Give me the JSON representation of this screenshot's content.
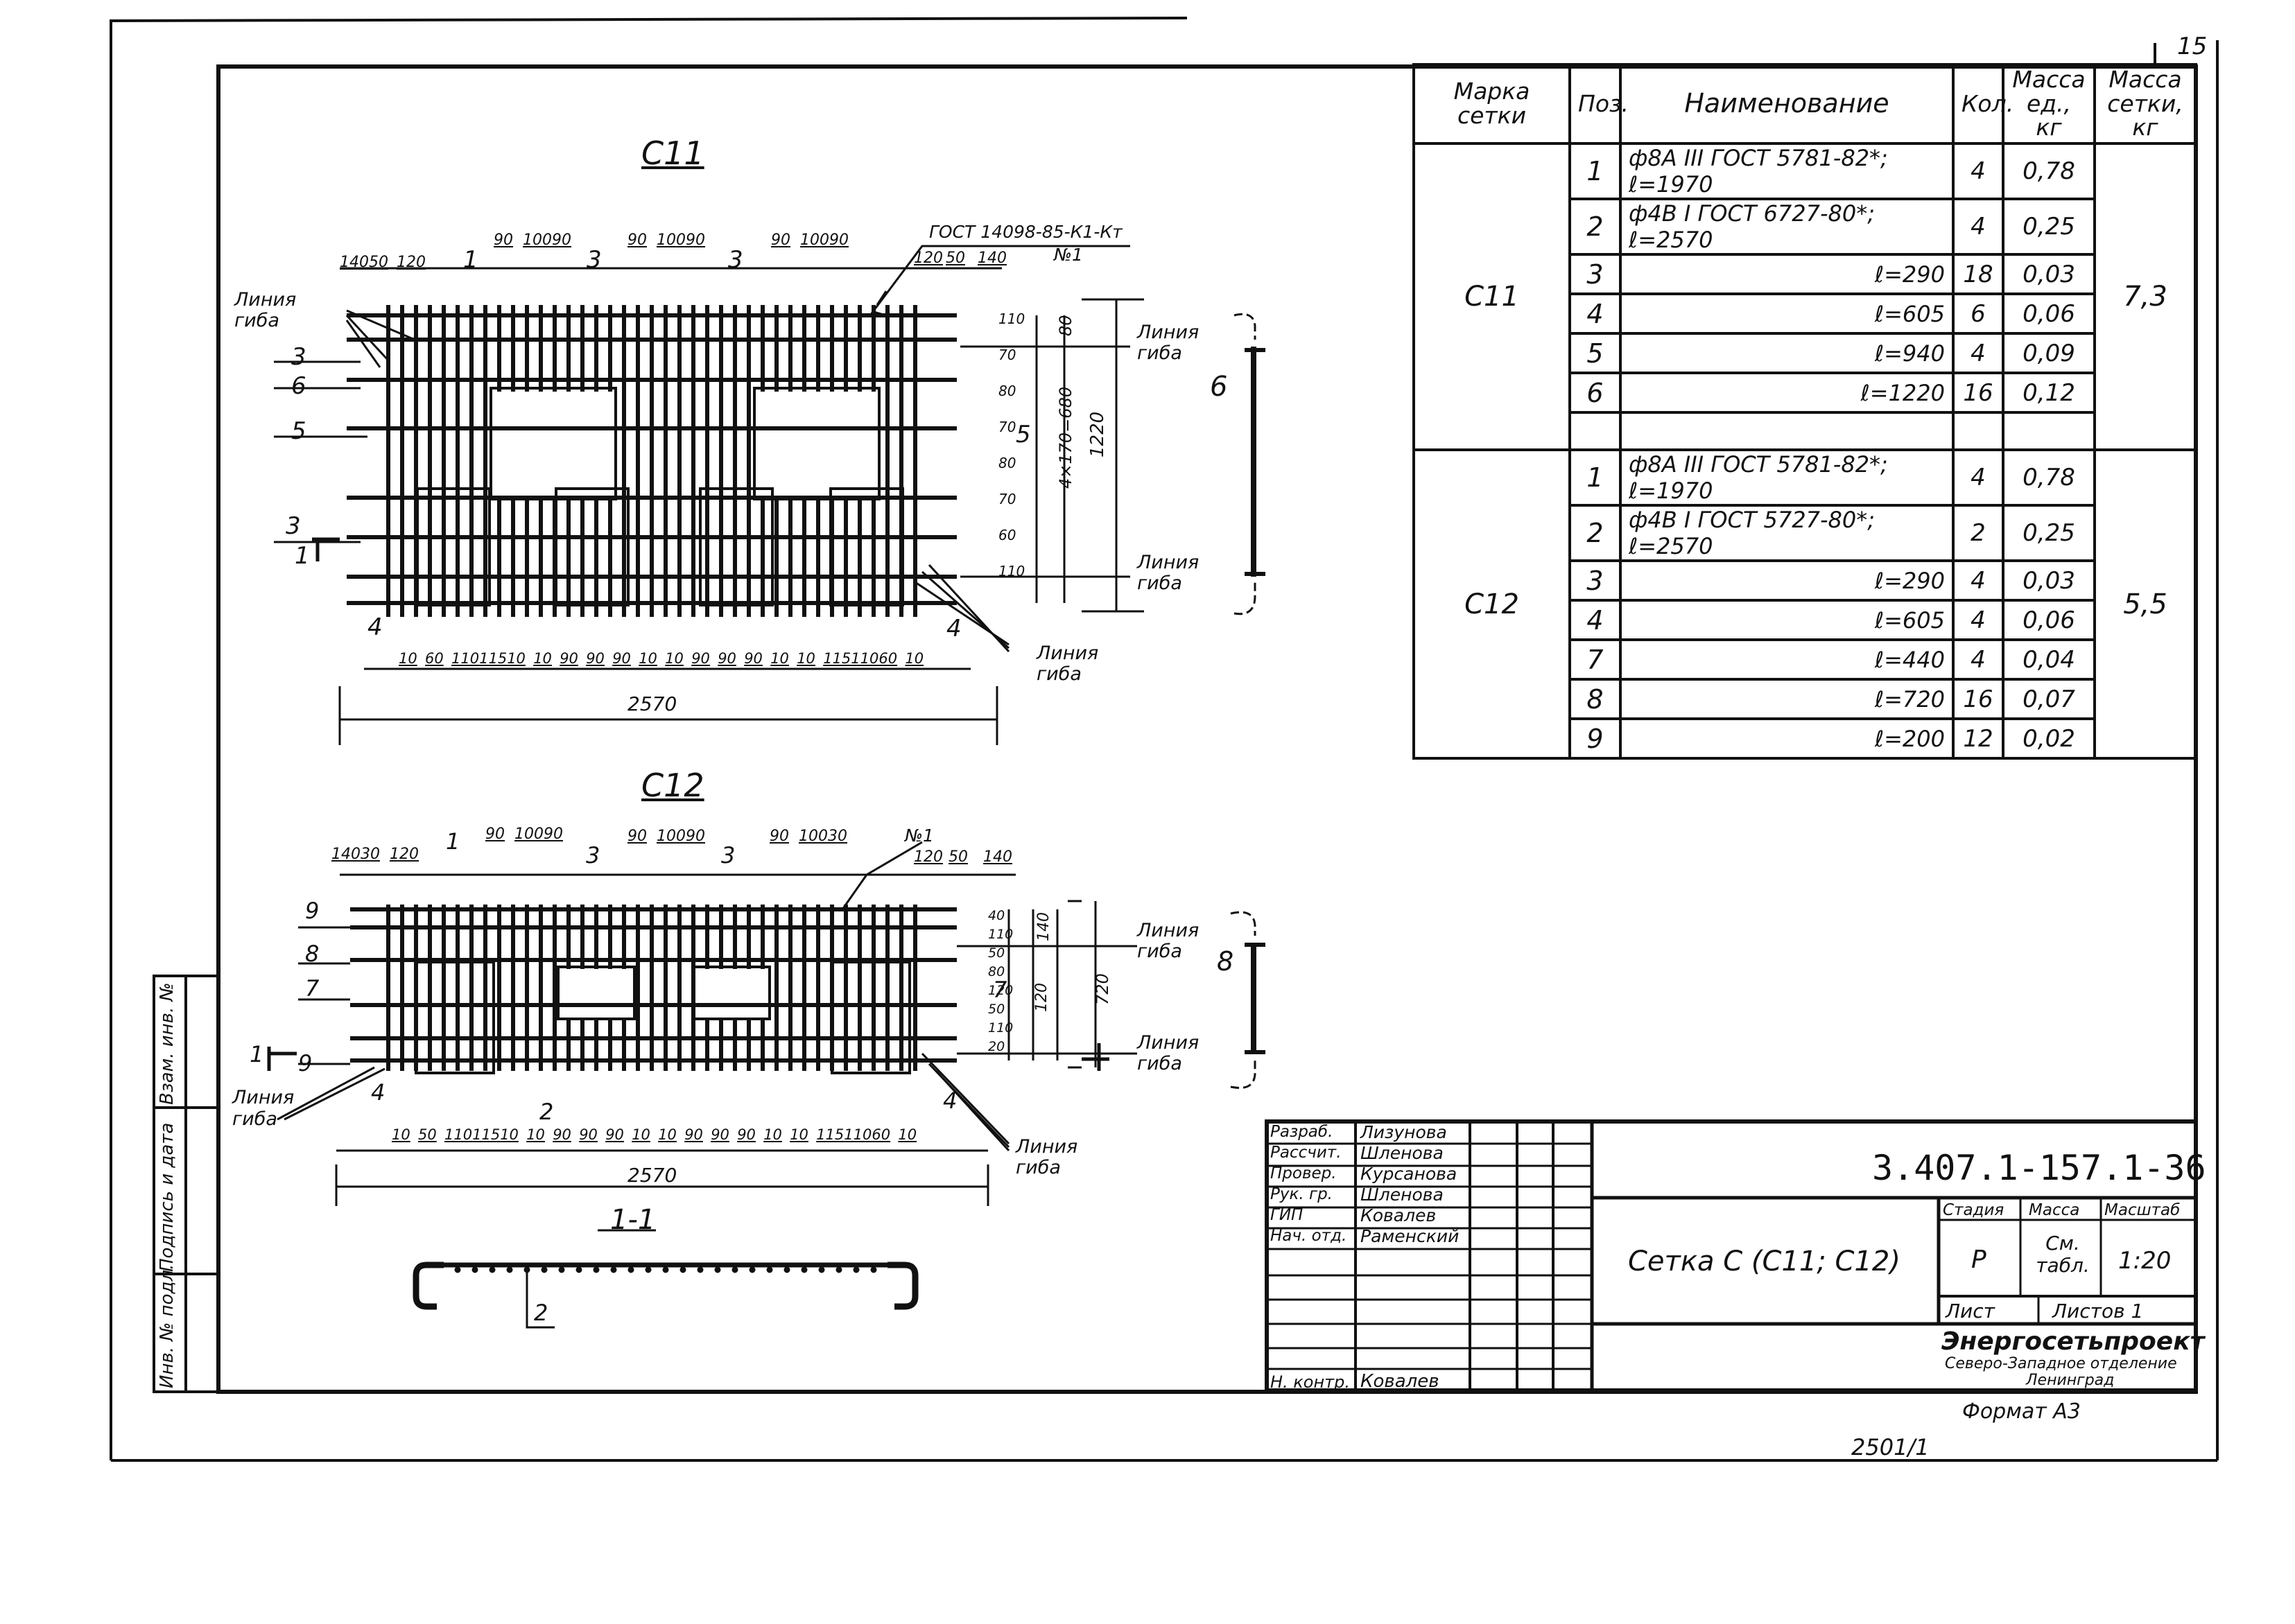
{
  "page": {
    "sheet_number": "15"
  },
  "drawing_c11": {
    "title": "С11",
    "bend_line_label": "Линия гиба",
    "standard_note": "ГОСТ 14098-85-К1-Кт",
    "note_n1": "№1",
    "top_dims_left": [
      "140",
      "50",
      "120"
    ],
    "top_dims_right": [
      "120",
      "50",
      "140"
    ],
    "top_group_dims": [
      "90",
      "100",
      "90"
    ],
    "right_dims": [
      "110",
      "70",
      "80",
      "70",
      "80",
      "70",
      "60",
      "110"
    ],
    "dim_4x170": "4×170=680",
    "dim_1220": "1220",
    "dim_80": "80",
    "bottom_dims": [
      "10",
      "60",
      "110",
      "115",
      "10",
      "10",
      "90",
      "90",
      "90",
      "10",
      "10",
      "90",
      "90",
      "90",
      "10",
      "10",
      "115",
      "110",
      "60",
      "10"
    ],
    "overall_length": "2570",
    "pos_labels": [
      "1",
      "3",
      "3",
      "3",
      "6",
      "5",
      "5",
      "3",
      "4",
      "4",
      "6",
      "1"
    ]
  },
  "drawing_c12": {
    "title": "С12",
    "bend_line_label": "Линия гиба",
    "note_n1": "№1",
    "top_dims_left": [
      "140",
      "30",
      "120"
    ],
    "top_dims_right": [
      "120",
      "50",
      "140"
    ],
    "top_group_dims": [
      "90",
      "100",
      "90"
    ],
    "top_group_dims_last": [
      "90",
      "100",
      "30"
    ],
    "right_dims": [
      "40",
      "110",
      "50",
      "80",
      "120",
      "50",
      "110",
      "20"
    ],
    "dim_140": "140",
    "dim_120": "120",
    "dim_720": "720",
    "bottom_dims": [
      "10",
      "50",
      "110",
      "115",
      "10",
      "10",
      "90",
      "90",
      "90",
      "10",
      "10",
      "90",
      "90",
      "90",
      "10",
      "10",
      "115",
      "110",
      "60",
      "10"
    ],
    "overall_length": "2570",
    "pos_labels": [
      "1",
      "3",
      "3",
      "9",
      "8",
      "7",
      "7",
      "9",
      "4",
      "2",
      "4",
      "8",
      "1"
    ]
  },
  "section": {
    "title": "1-1",
    "pos_label": "2"
  },
  "spec_table": {
    "headers": [
      "Марка сетки",
      "Поз.",
      "Наименование",
      "Кол.",
      "Масса ед., кг",
      "Масса сетки, кг"
    ],
    "groups": [
      {
        "mark": "С11",
        "total_mass": "7,3",
        "rows": [
          {
            "pos": "1",
            "name": "ф8А III ГОСТ 5781-82*; ℓ=1970",
            "qty": "4",
            "mass": "0,78"
          },
          {
            "pos": "2",
            "name": "ф4В I ГОСТ 6727-80*; ℓ=2570",
            "qty": "4",
            "mass": "0,25"
          },
          {
            "pos": "3",
            "name": "ℓ=290",
            "qty": "18",
            "mass": "0,03"
          },
          {
            "pos": "4",
            "name": "ℓ=605",
            "qty": "6",
            "mass": "0,06"
          },
          {
            "pos": "5",
            "name": "ℓ=940",
            "qty": "4",
            "mass": "0,09"
          },
          {
            "pos": "6",
            "name": "ℓ=1220",
            "qty": "16",
            "mass": "0,12"
          }
        ]
      },
      {
        "mark": "С12",
        "total_mass": "5,5",
        "rows": [
          {
            "pos": "1",
            "name": "ф8А III ГОСТ 5781-82*; ℓ=1970",
            "qty": "4",
            "mass": "0,78"
          },
          {
            "pos": "2",
            "name": "ф4В I ГОСТ 5727-80*; ℓ=2570",
            "qty": "2",
            "mass": "0,25"
          },
          {
            "pos": "3",
            "name": "ℓ=290",
            "qty": "4",
            "mass": "0,03"
          },
          {
            "pos": "4",
            "name": "ℓ=605",
            "qty": "4",
            "mass": "0,06"
          },
          {
            "pos": "7",
            "name": "ℓ=440",
            "qty": "4",
            "mass": "0,04"
          },
          {
            "pos": "8",
            "name": "ℓ=720",
            "qty": "16",
            "mass": "0,07"
          },
          {
            "pos": "9",
            "name": "ℓ=200",
            "qty": "12",
            "mass": "0,02"
          }
        ]
      }
    ]
  },
  "title_block": {
    "doc_code": "3.407.1-157.1-36",
    "drawing_title": "Сетка С (С11; С12)",
    "roles": [
      {
        "role": "Разраб.",
        "name": "Лизунова"
      },
      {
        "role": "Рассчит.",
        "name": "Шленова"
      },
      {
        "role": "Провер.",
        "name": "Курсанова"
      },
      {
        "role": "Рук. гр.",
        "name": "Шленова"
      },
      {
        "role": "ГИП",
        "name": "Ковалев"
      },
      {
        "role": "Нач. отд.",
        "name": "Раменский"
      }
    ],
    "norm_control": {
      "role": "Н. контр.",
      "name": "Ковалев"
    },
    "stage_label": "Стадия",
    "mass_label": "Масса",
    "scale_label": "Масштаб",
    "stage_value": "Р",
    "mass_value": "См. табл.",
    "scale_value": "1:20",
    "sheet_label": "Лист",
    "sheets_label": "Листов 1",
    "org_name": "Энергосетьпроект",
    "org_dept": "Северо-Западное отделение",
    "org_city": "Ленинград",
    "format": "Формат А3",
    "archive_no": "2501/1"
  },
  "side_strip": {
    "labels": [
      "Инв. № подл.",
      "Подпись и дата",
      "Взам. инв. №"
    ]
  }
}
